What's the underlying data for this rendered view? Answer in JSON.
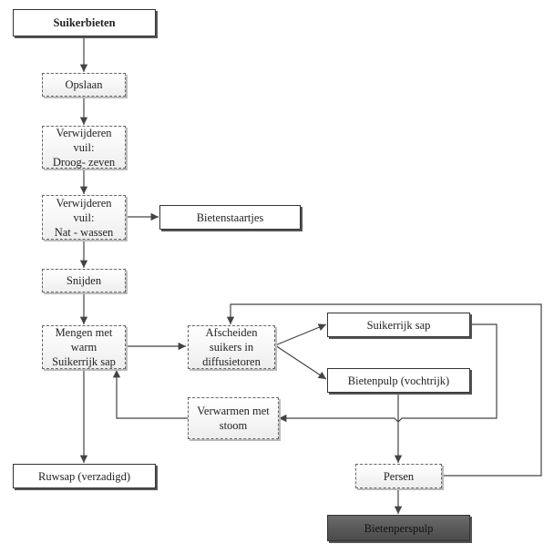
{
  "nodes": {
    "suikerbieten": "Suikerbieten",
    "opslaan": "Opslaan",
    "droog": "Verwijderen\nvuil:\nDroog- zeven",
    "nat": "Verwijderen\nvuil:\nNat - wassen",
    "bietenstaartjes": "Bietenstaartjes",
    "snijden": "Snijden",
    "mengen": "Mengen met\nwarm\nSuikerrijk sap",
    "afscheiden": "Afscheiden\nsuikers in\ndiffusietoren",
    "suikerrijk_sap": "Suikerrijk sap",
    "bietenpulp": "Bietenpulp (vochtrijk)",
    "verwarmen": "Verwarmen met\nstoom",
    "ruwsap": "Ruwsap (verzadigd)",
    "persen": "Persen",
    "bietenperspulp": "Bietenperspulp"
  }
}
